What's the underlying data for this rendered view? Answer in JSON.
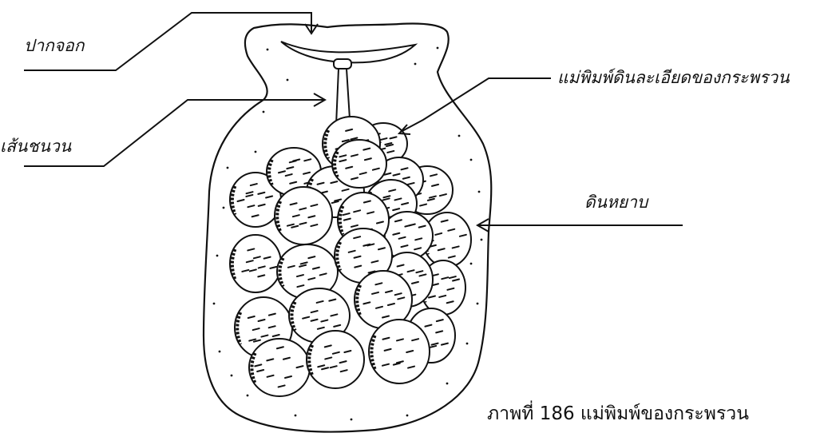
{
  "labels": {
    "mouth": "ปากจอก",
    "sprue": "เส้นชนวน",
    "fine_clay_mold": "แม่พิมพ์ดินละเอียดของกระพรวน",
    "coarse_clay": "ดินหยาบ"
  },
  "caption": "ภาพที่ 186 แม่พิมพ์ของกระพรวน",
  "colors": {
    "ink": "#111111",
    "paper": "#ffffff"
  }
}
